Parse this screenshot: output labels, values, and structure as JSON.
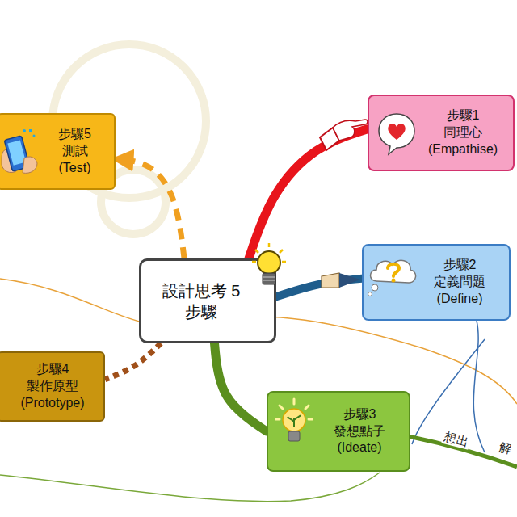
{
  "diagram": {
    "nodes": [
      {
        "text": [
          "設計思考 5步驟"
        ]
      },
      {
        "text": [
          "步驟1",
          "同理心 (Empathise)"
        ]
      },
      {
        "text": [
          "步驟2",
          "定義問題 (Define)"
        ]
      },
      {
        "text": [
          "步驟3",
          "發想點子 (Ideate)"
        ]
      },
      {
        "text": [
          "步驟4",
          "製作原型 (Prototype)"
        ]
      },
      {
        "text": [
          "步驟5",
          "測試 (Test)"
        ]
      }
    ],
    "edges": [
      {
        "from": 0,
        "to": 1,
        "arrow": "none"
      },
      {
        "from": 0,
        "to": 2,
        "arrow": "none"
      },
      {
        "from": 0,
        "to": 3,
        "arrow": "none"
      },
      {
        "from": 0,
        "to": 4,
        "arrow": "none"
      },
      {
        "from": 0,
        "to": 5,
        "arrow": "to"
      }
    ],
    "labels": [
      "想出",
      "解"
    ]
  }
}
